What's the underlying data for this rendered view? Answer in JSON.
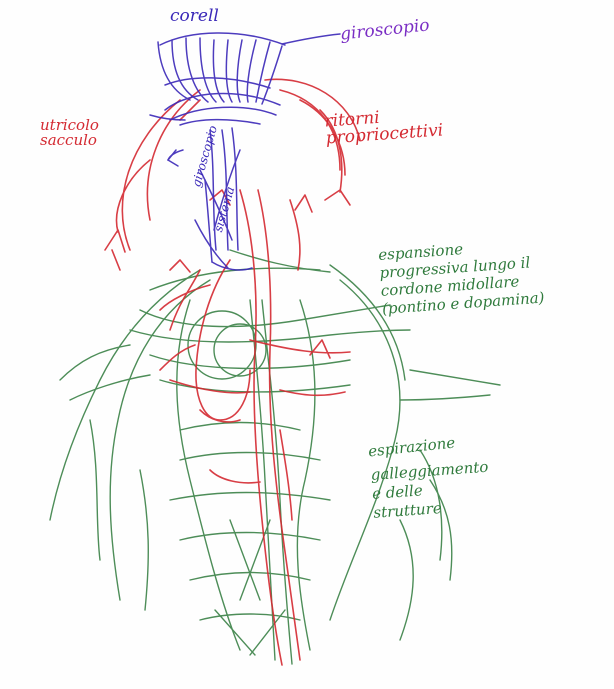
{
  "labels": {
    "corells": "corell",
    "giroscopio": "giroscopio",
    "utricolo_sacculo": "utricolo sacculo",
    "ritorni_propriocettivi": "ritorni propriocettivi",
    "espansione": "espansione progressiva lungo il cordone midollare (pontino e dopamina)",
    "giroscopio_verticale": "giroscopio",
    "sistema_verticale": "sistema",
    "espirazione": "espirazione",
    "gallone_strutture": "galleggiamento e delle strutture"
  },
  "colors": {
    "blue": "#3a28b8",
    "purple": "#7a2ec4",
    "red": "#d42a32",
    "green": "#2f7a3c"
  }
}
